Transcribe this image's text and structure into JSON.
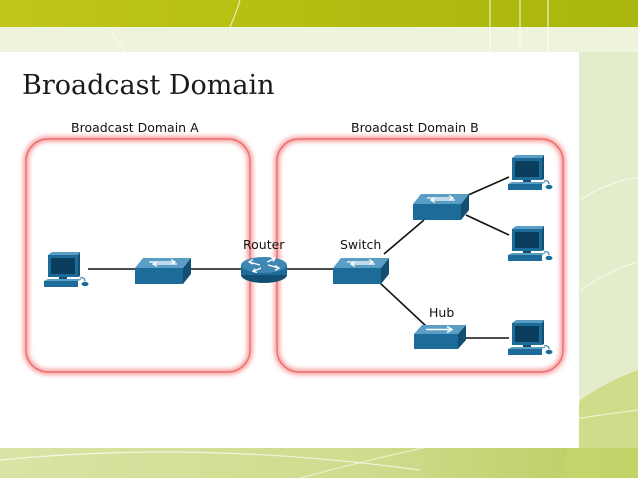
{
  "slide": {
    "title": "Broadcast Domain"
  },
  "diagram": {
    "domain_a_label": "Broadcast Domain A",
    "domain_b_label": "Broadcast Domain B",
    "router_label": "Router",
    "switch_label": "Switch",
    "hub_label": "Hub"
  },
  "colors": {
    "device_blue": "#1c6b98",
    "domain_outline": "#f08080",
    "top_band": "#b7bf12",
    "background_green": "#d9e7b0"
  },
  "icons": [
    "pc-icon",
    "switch-icon",
    "router-icon",
    "hub-icon"
  ]
}
